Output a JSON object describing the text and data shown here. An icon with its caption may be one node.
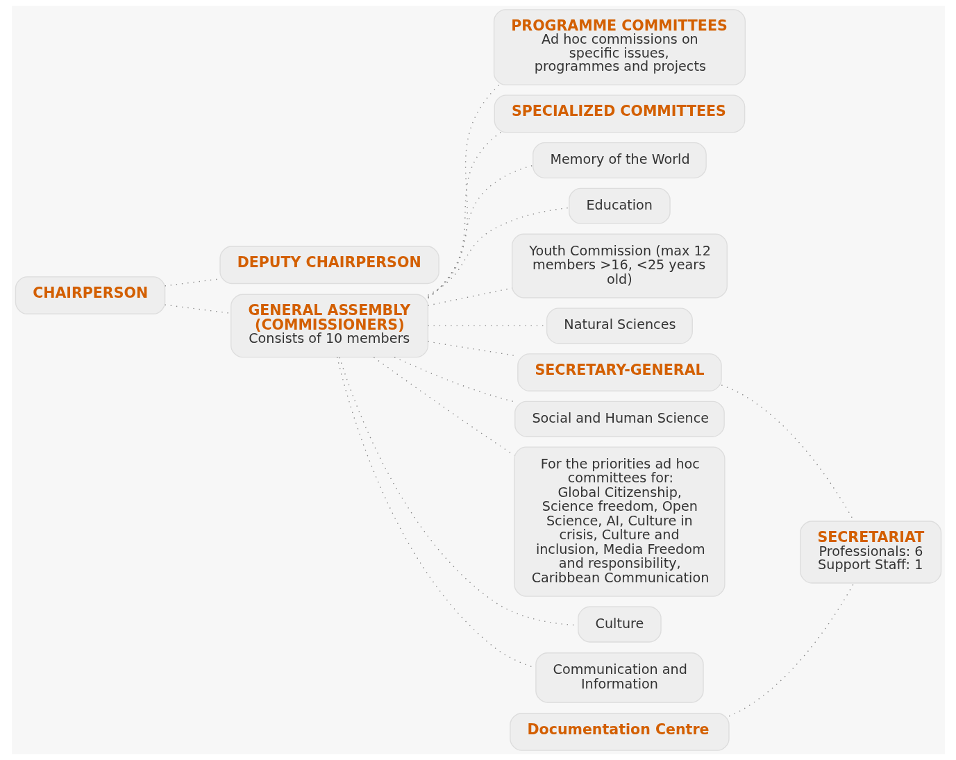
{
  "diagram": {
    "nodes": [
      {
        "text": [
          "CHAIRPERSON"
        ]
      },
      {
        "text": [
          "DEPUTY CHAIRPERSON"
        ]
      },
      {
        "text": [
          "PROGRAMME COMMITTEES",
          "Ad hoc commissions on specific issues, programmes and projects"
        ]
      },
      {
        "text": [
          "GENERAL ASSEMBLY (COMMISSIONERS)",
          "Consists of 10 members"
        ]
      },
      {
        "text": [
          "SPECIALIZED COMMITTEES"
        ]
      },
      {
        "text": [
          "Memory of the World"
        ]
      },
      {
        "text": [
          "Education"
        ]
      },
      {
        "text": [
          "Youth Commission (max 12 members >16, <25 years old)"
        ]
      },
      {
        "text": [
          "Natural Sciences"
        ]
      },
      {
        "text": [
          "SECRETARY-GENERAL"
        ]
      },
      {
        "text": [
          "Social and Human Science"
        ]
      },
      {
        "text": [
          "For the priorities ad hoc committees for:",
          "Global Citizenship, Science freedom, Open Science, AI, Culture in crisis, Culture and inclusion, Media Freedom and responsibility, Caribbean Communication"
        ]
      },
      {
        "text": [
          "Culture"
        ]
      },
      {
        "text": [
          "Communication and Information"
        ]
      },
      {
        "text": [
          "Documentation Centre"
        ]
      },
      {
        "text": [
          "SECRETARIAT",
          "Professionals: 6",
          "Support Staff: 1"
        ]
      }
    ],
    "edges": [
      {
        "from": 0,
        "to": 1,
        "arrow": "none"
      },
      {
        "from": 0,
        "to": 3,
        "arrow": "none"
      },
      {
        "from": 3,
        "to": 2,
        "arrow": "none"
      },
      {
        "from": 3,
        "to": 6,
        "arrow": "none"
      },
      {
        "from": 3,
        "to": 8,
        "arrow": "none"
      },
      {
        "from": 3,
        "to": 10,
        "arrow": "none"
      },
      {
        "from": 3,
        "to": 12,
        "arrow": "none"
      },
      {
        "from": 3,
        "to": 13,
        "arrow": "none"
      },
      {
        "from": 3,
        "to": 4,
        "arrow": "none"
      },
      {
        "from": 3,
        "to": 5,
        "arrow": "none"
      },
      {
        "from": 3,
        "to": 7,
        "arrow": "none"
      },
      {
        "from": 3,
        "to": 11,
        "arrow": "none"
      },
      {
        "from": 3,
        "to": 9,
        "arrow": "none"
      },
      {
        "from": 9,
        "to": 15,
        "arrow": "none"
      },
      {
        "from": 14,
        "to": 15,
        "arrow": "none"
      }
    ]
  }
}
